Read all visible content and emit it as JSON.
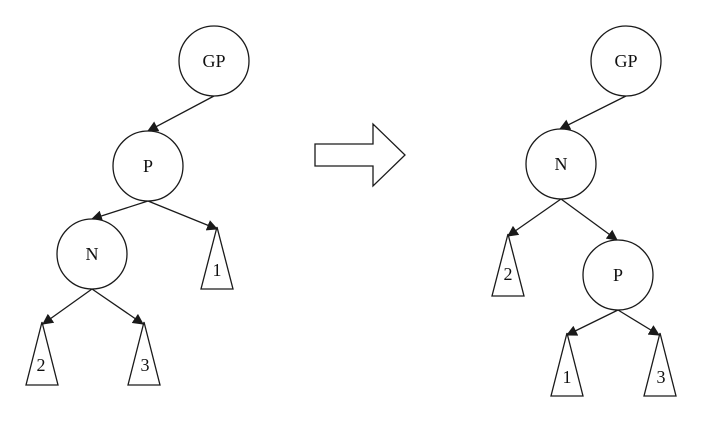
{
  "before": {
    "nodes": {
      "gp": "GP",
      "p": "P",
      "n": "N"
    },
    "subtrees": {
      "t1": "1",
      "t2": "2",
      "t3": "3"
    }
  },
  "after": {
    "nodes": {
      "gp": "GP",
      "n": "N",
      "p": "P"
    },
    "subtrees": {
      "t2": "2",
      "t1": "1",
      "t3": "3"
    }
  },
  "transition_icon": "right-arrow-icon",
  "colors": {
    "stroke": "#1a1a1a",
    "fill": "#ffffff",
    "text": "#111111"
  }
}
